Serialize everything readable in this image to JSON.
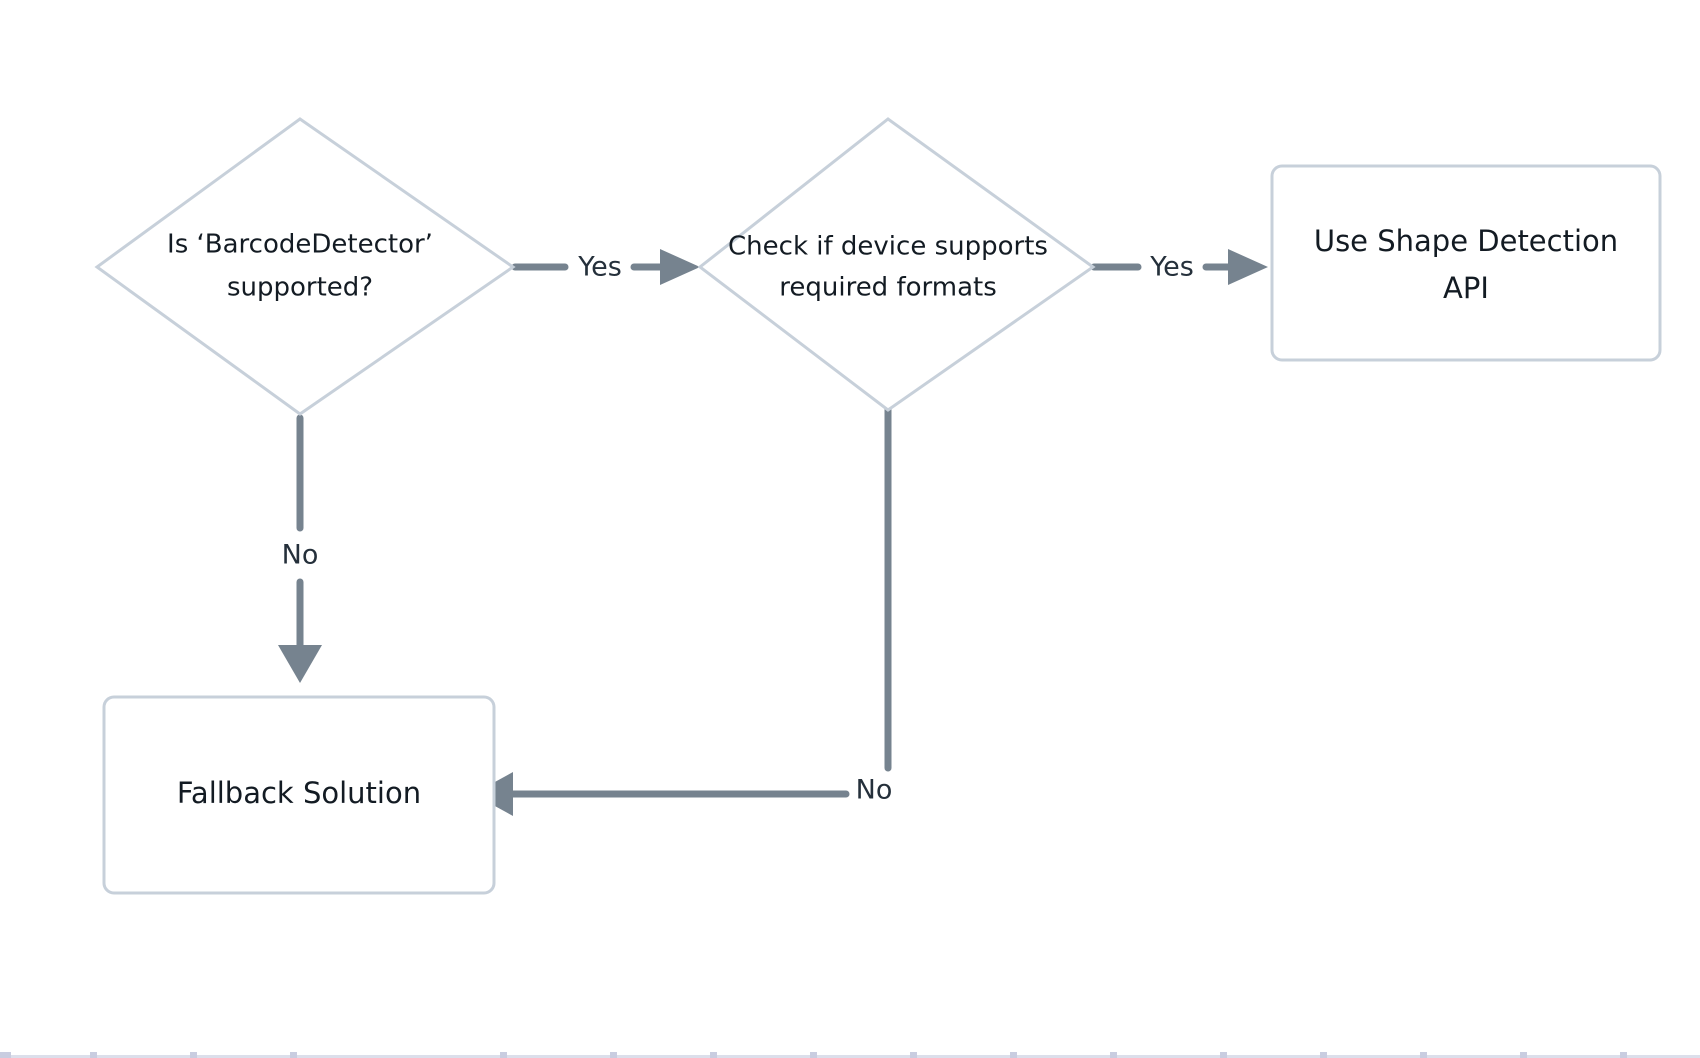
{
  "diagram": {
    "type": "flowchart",
    "background_color": "#ffffff",
    "node_border_color": "#c7d0da",
    "node_fill_color": "#ffffff",
    "edge_color": "#76838f",
    "text_color": "#131b23",
    "nodes": [
      {
        "id": "decision-barcode-detector",
        "shape": "diamond",
        "lines": [
          "Is ‘BarcodeDetector’",
          "supported?"
        ]
      },
      {
        "id": "decision-device-formats",
        "shape": "diamond",
        "lines": [
          "Check if device supports",
          "required formats"
        ]
      },
      {
        "id": "use-shape-detection-api",
        "shape": "rectangle",
        "lines": [
          "Use Shape Detection",
          "API"
        ]
      },
      {
        "id": "fallback-solution",
        "shape": "rectangle",
        "lines": [
          "Fallback Solution"
        ]
      }
    ],
    "edges": [
      {
        "id": "edge-barcode-yes",
        "from": "decision-barcode-detector",
        "to": "decision-device-formats",
        "label": "Yes",
        "direction": "right"
      },
      {
        "id": "edge-barcode-no",
        "from": "decision-barcode-detector",
        "to": "fallback-solution",
        "label": "No",
        "direction": "down"
      },
      {
        "id": "edge-formats-yes",
        "from": "decision-device-formats",
        "to": "use-shape-detection-api",
        "label": "Yes",
        "direction": "right"
      },
      {
        "id": "edge-formats-no",
        "from": "decision-device-formats",
        "to": "fallback-solution",
        "label": "No",
        "direction": "down-left"
      }
    ]
  }
}
